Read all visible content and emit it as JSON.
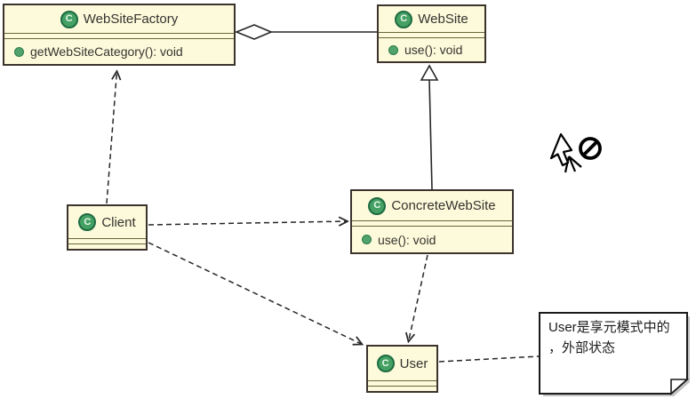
{
  "icons": {
    "class_letter": "C"
  },
  "classes": {
    "factory": {
      "name": "WebSiteFactory",
      "method": "getWebSiteCategory(): void"
    },
    "website": {
      "name": "WebSite",
      "method": "use(): void"
    },
    "concrete": {
      "name": "ConcreteWebSite",
      "method": "use(): void"
    },
    "client": {
      "name": "Client"
    },
    "user": {
      "name": "User"
    }
  },
  "note": {
    "line1": "User是享元模式中的",
    "line2": "，外部状态"
  },
  "relationships": [
    {
      "type": "aggregation",
      "from": "WebSiteFactory",
      "to": "WebSite",
      "style": "solid-line-hollow-diamond"
    },
    {
      "type": "generalization",
      "from": "ConcreteWebSite",
      "to": "WebSite",
      "style": "solid-line-hollow-triangle"
    },
    {
      "type": "dependency",
      "from": "Client",
      "to": "WebSiteFactory",
      "style": "dashed-open-arrow"
    },
    {
      "type": "dependency",
      "from": "Client",
      "to": "ConcreteWebSite",
      "style": "dashed-open-arrow"
    },
    {
      "type": "dependency",
      "from": "Client",
      "to": "User",
      "style": "dashed-open-arrow"
    },
    {
      "type": "dependency",
      "from": "ConcreteWebSite",
      "to": "User",
      "style": "dashed-open-arrow"
    },
    {
      "type": "note-anchor",
      "from": "User",
      "to": "note",
      "style": "dashed-line"
    }
  ],
  "cursor": {
    "type": "drag-not-allowed"
  },
  "colors": {
    "class_fill": "#FCFADA",
    "class_border": "#3B332C",
    "compartment_line": "#67673C",
    "class_icon_fill": "#44A163",
    "class_icon_border": "#1E6B42",
    "method_dot": "#4FA36B",
    "line_color": "#262626",
    "note_fill": "#FFFFFF"
  }
}
